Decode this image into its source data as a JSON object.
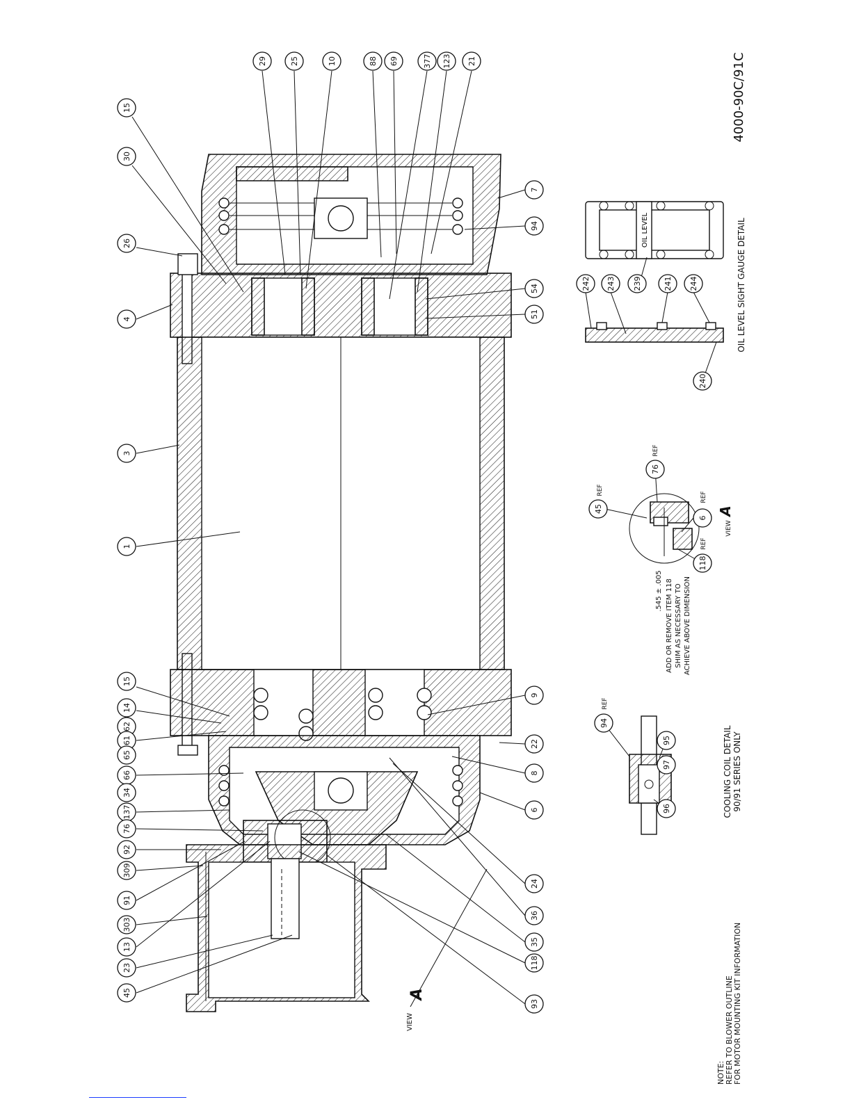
{
  "drawing": {
    "number": "4000-90C/91C",
    "main_balloons": [
      "29",
      "25",
      "10",
      "88",
      "69",
      "377",
      "123",
      "21",
      "15",
      "30",
      "26",
      "4",
      "3",
      "1",
      "15",
      "14",
      "62",
      "61",
      "65",
      "66",
      "34",
      "137",
      "76",
      "92",
      "309",
      "91",
      "303",
      "13",
      "23",
      "45",
      "7",
      "94",
      "54",
      "51",
      "9",
      "22",
      "8",
      "6",
      "24",
      "36",
      "35",
      "118",
      "93"
    ],
    "view_label_main": "VIEW",
    "view_letter": "A"
  },
  "notes": {
    "line1": "NOTE:",
    "line2": "REFER TO BLOWER OUTLINE",
    "line3": "FOR MOTOR MOUNTING KIT INFORMATION"
  },
  "cooling_coil_detail": {
    "title": "COOLING COIL DETAIL",
    "subtitle": "90/91 SERIES ONLY",
    "balloons": [
      "94",
      "95",
      "97",
      "96"
    ],
    "ref": "REF"
  },
  "view_a_detail": {
    "balloons": [
      "45",
      "76",
      "6",
      "118"
    ],
    "ref": "REF",
    "dimension": ".545 ± .005",
    "note_line1": "ADD OR REMOVE ITEM 118",
    "note_line2": "SHIM AS NECESSARY TO",
    "note_line3": "ACHIEVE ABOVE DIMENSION",
    "view_label": "VIEW",
    "view_letter": "A"
  },
  "sight_gauge_detail": {
    "title": "OIL LEVEL SIGHT GAUGE DETAIL",
    "balloons": [
      "242",
      "243",
      "239",
      "241",
      "244",
      "240"
    ],
    "window_label": "OIL LEVEL"
  }
}
